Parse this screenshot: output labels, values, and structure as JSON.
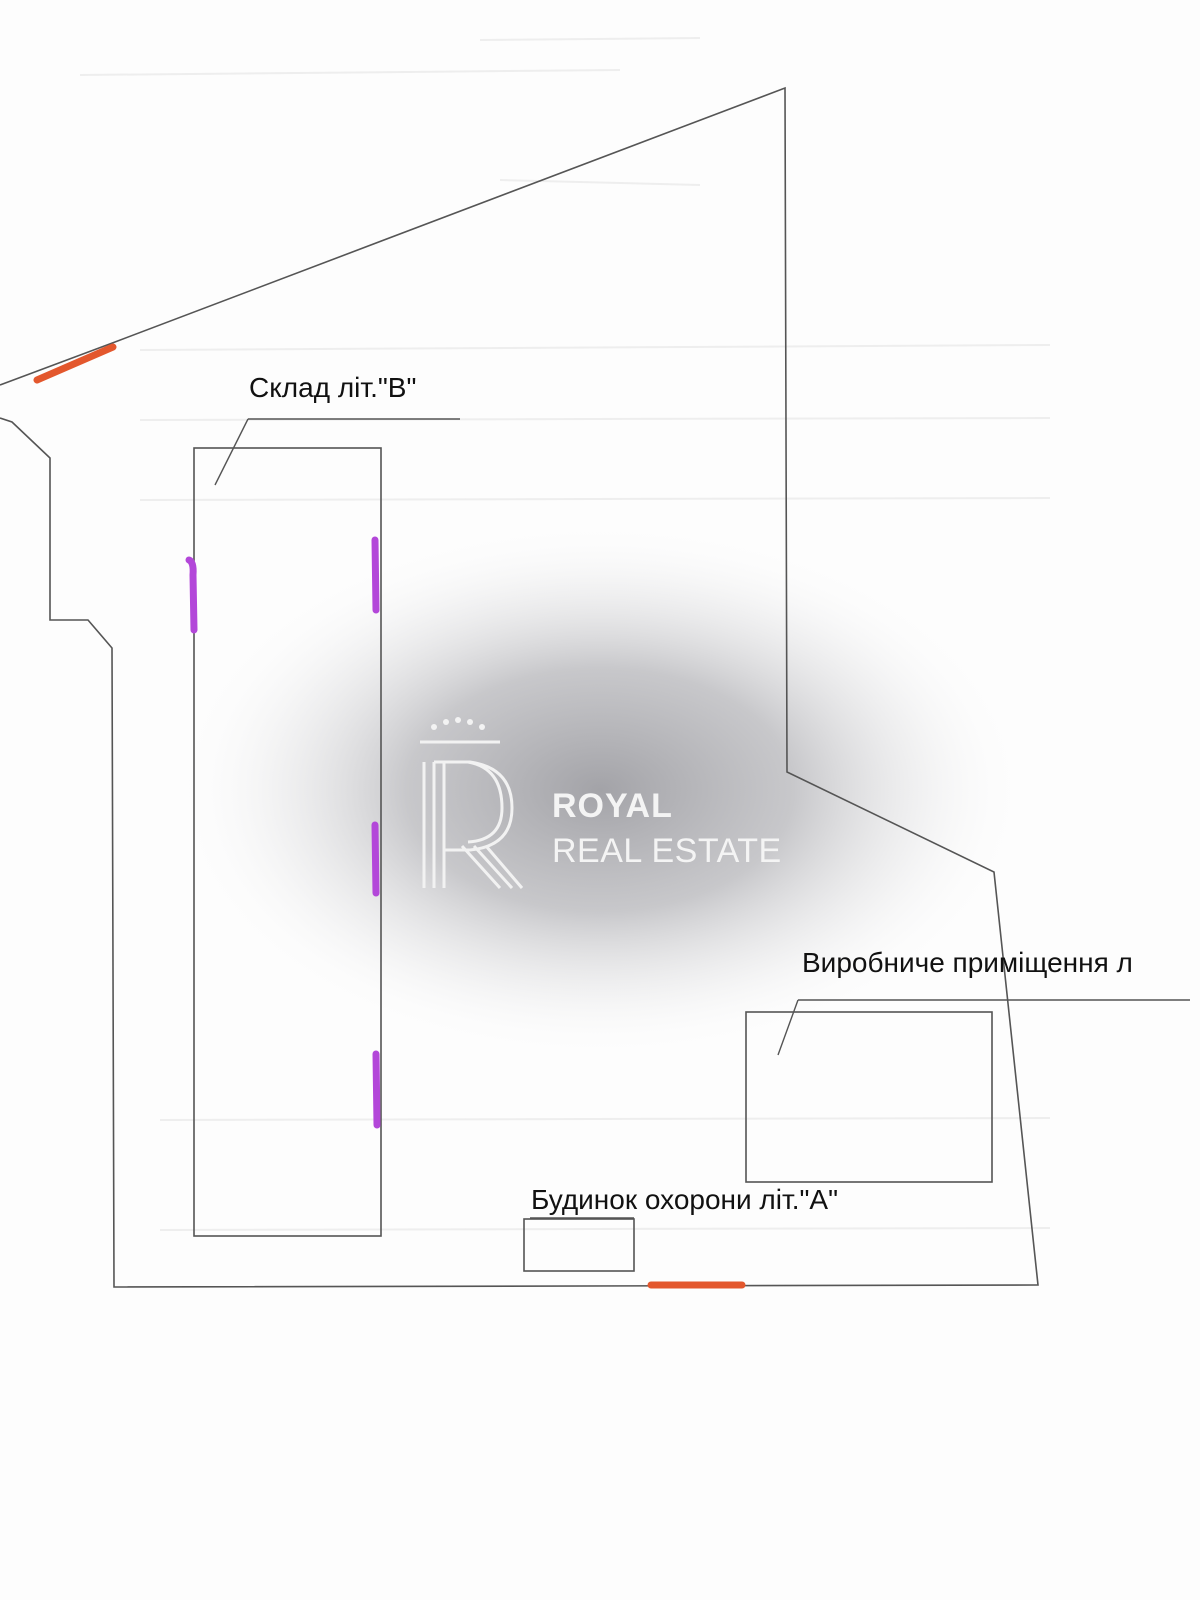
{
  "labels": {
    "warehouse": "Склад літ.\"В\"",
    "production": "Виробниче приміщення л",
    "guardhouse": "Будинок охорони літ.\"А\""
  },
  "watermark": {
    "line1": "ROYAL",
    "line2": "REAL ESTATE",
    "logo_icon": "royal-r-monogram-icon"
  },
  "colors": {
    "gate": "#e3572d",
    "door": "#b347d9",
    "outline": "#555555",
    "watermark_glow": "#a9a9ad"
  }
}
